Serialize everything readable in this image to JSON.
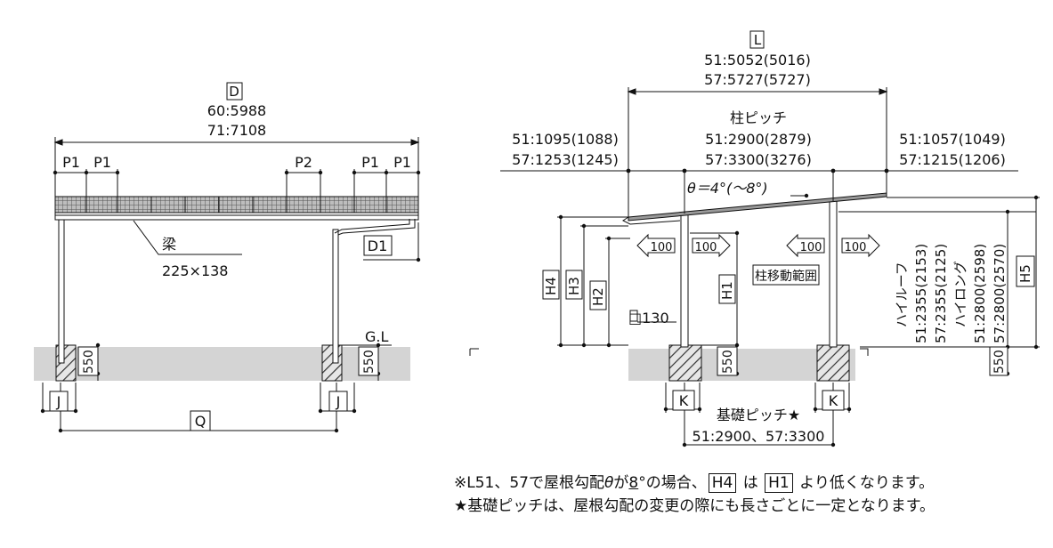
{
  "left": {
    "D_label": "D",
    "D_line1": "60:5988",
    "D_line2": "71:7108",
    "P1": "P1",
    "P2": "P2",
    "beam_label": "梁",
    "beam_size": "225×138",
    "D1": "D1",
    "GL": "G.L",
    "depth": "550",
    "J": "J",
    "Q": "Q"
  },
  "right": {
    "L_label": "L",
    "L_line1": "51:5052(5016)",
    "L_line2": "57:5727(5727)",
    "pitch_title": "柱ピッチ",
    "pitch_line1": "51:2900(2879)",
    "pitch_line2": "57:3300(3276)",
    "left_oh1": "51:1095(1088)",
    "left_oh2": "57:1253(1245)",
    "right_oh1": "51:1057(1049)",
    "right_oh2": "57:1215(1206)",
    "angle": "θ＝4°(〜8°)",
    "H1": "H1",
    "H2": "H2",
    "H3": "H3",
    "H4": "H4",
    "H5": "H5",
    "arrow100": "100",
    "post_move": "柱移動範囲",
    "post_size": "□130",
    "depth": "550",
    "K": "K",
    "foundation_title": "基礎ピッチ★",
    "foundation_vals": "51:2900、57:3300",
    "v1a": "ハイルーフ",
    "v1b": "51:2355(2153)",
    "v1c": "57:2355(2125)",
    "v2a": "ハイロング",
    "v2b": "51:2800(2598)",
    "v2c": "57:2800(2570)"
  },
  "notes": {
    "n1_a": "※L51、57で屋根勾配",
    "n1_theta": "θ",
    "n1_b": "が",
    "n1_8": "8",
    "n1_c": "°の場合、",
    "n1_h4": "H4",
    "n1_d": " は ",
    "n1_h1": "H1",
    "n1_e": " より低くなります。",
    "n2": "★基礎ピッチは、屋根勾配の変更の際にも長さごとに一定となります。"
  }
}
